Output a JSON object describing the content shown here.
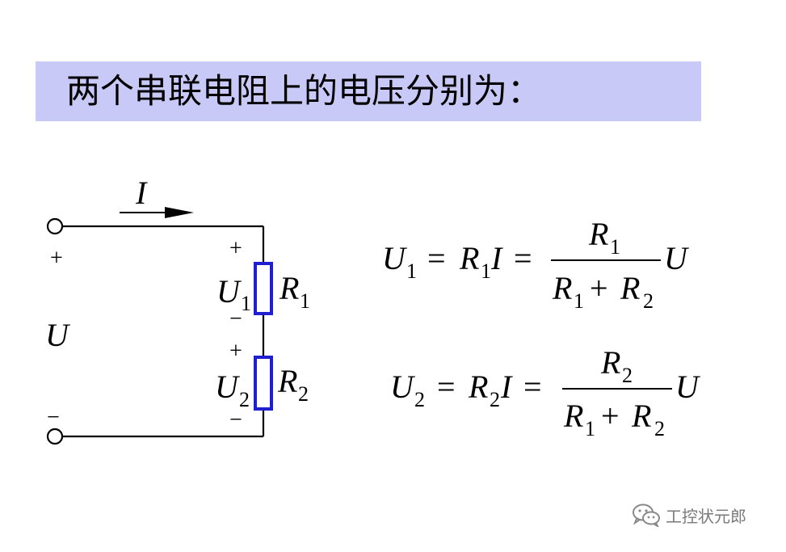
{
  "title": "两个串联电阻上的电压分别为：",
  "circuit": {
    "current_label": "I",
    "source_voltage_label": "U",
    "source_plus": "+",
    "source_minus": "−",
    "r1": {
      "voltage_label": "U",
      "voltage_sub": "1",
      "resistor_label": "R",
      "resistor_sub": "1",
      "plus": "+",
      "minus": "−"
    },
    "r2": {
      "voltage_label": "U",
      "voltage_sub": "2",
      "resistor_label": "R",
      "resistor_sub": "2",
      "plus": "+",
      "minus": "−"
    }
  },
  "equations": {
    "eq1": {
      "lhs": "U",
      "lhs_sub": "1",
      "eq1": "=",
      "r": "R",
      "r_sub": "1",
      "i": "I",
      "eq2": "=",
      "num": "R",
      "num_sub": "1",
      "den_a": "R",
      "den_a_sub": "1",
      "den_plus": "+",
      "den_b": "R",
      "den_b_sub": "2",
      "tail": "U"
    },
    "eq2": {
      "lhs": "U",
      "lhs_sub": "2",
      "eq1": "=",
      "r": "R",
      "r_sub": "2",
      "i": "I",
      "eq2": "=",
      "num": "R",
      "num_sub": "2",
      "den_a": "R",
      "den_a_sub": "1",
      "den_plus": "+",
      "den_b": "R",
      "den_b_sub": "2",
      "tail": "U"
    }
  },
  "watermark": {
    "text": "工控状元郎",
    "icon": "wechat-icon"
  },
  "colors": {
    "title_background": "#c9c9f7",
    "resistor": "#1f1fd0",
    "wire": "#000000"
  }
}
